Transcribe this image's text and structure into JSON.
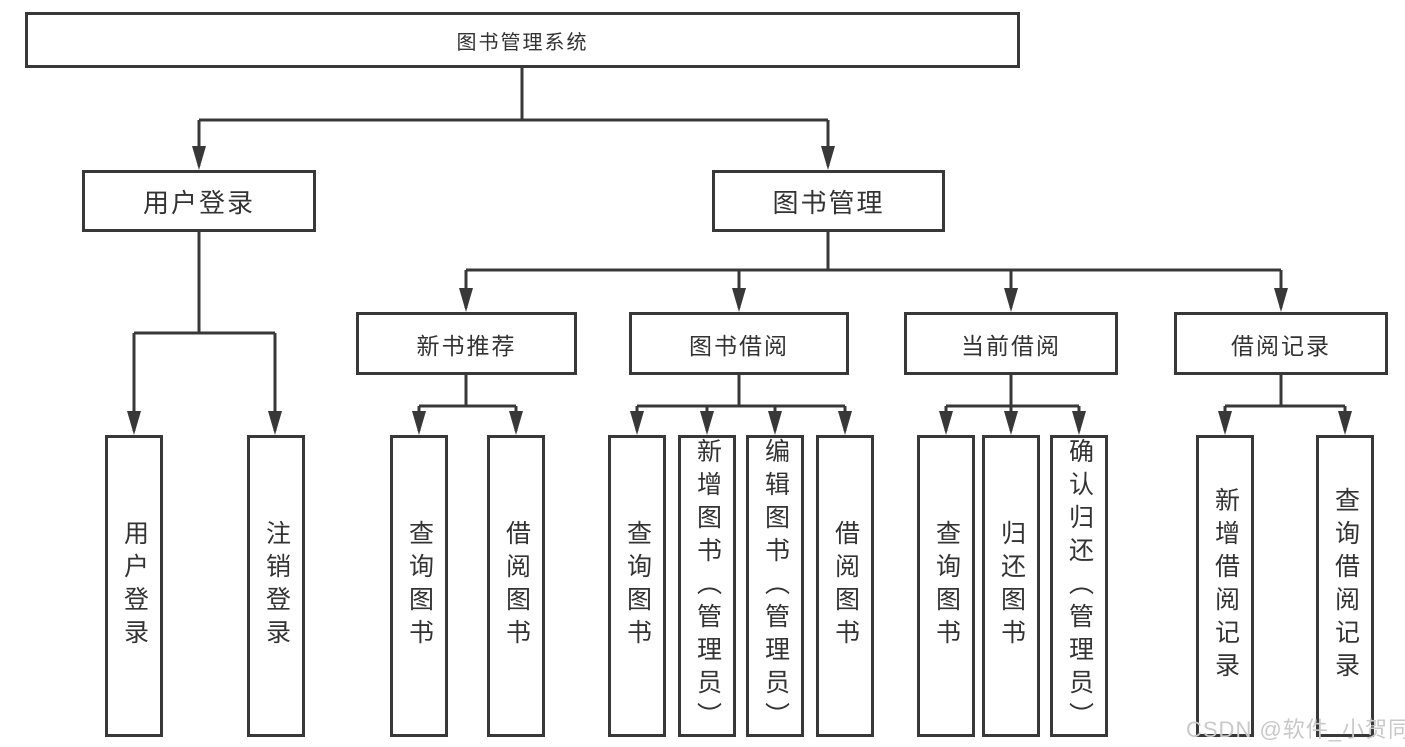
{
  "tree": {
    "root": {
      "label": "图书管理系统",
      "children": [
        {
          "label": "用户登录",
          "children": [
            {
              "label": "用户登录"
            },
            {
              "label": "注销登录"
            }
          ]
        },
        {
          "label": "图书管理",
          "children": [
            {
              "label": "新书推荐",
              "children": [
                {
                  "label": "查询图书"
                },
                {
                  "label": "借阅图书"
                }
              ]
            },
            {
              "label": "图书借阅",
              "children": [
                {
                  "label": "查询图书"
                },
                {
                  "label": "新增图书（管理员）"
                },
                {
                  "label": "编辑图书（管理员）"
                },
                {
                  "label": "借阅图书"
                }
              ]
            },
            {
              "label": "当前借阅",
              "children": [
                {
                  "label": "查询图书"
                },
                {
                  "label": "归还图书"
                },
                {
                  "label": "确认归还（管理员）"
                }
              ]
            },
            {
              "label": "借阅记录",
              "children": [
                {
                  "label": "新增借阅记录"
                },
                {
                  "label": "查询借阅记录"
                }
              ]
            }
          ]
        }
      ]
    }
  },
  "watermark": {
    "text": "CSDN @软件_小贺同学"
  },
  "colors": {
    "line": "#383838",
    "text": "#333333",
    "background": "#ffffff",
    "watermark": "#c9c9c9"
  }
}
